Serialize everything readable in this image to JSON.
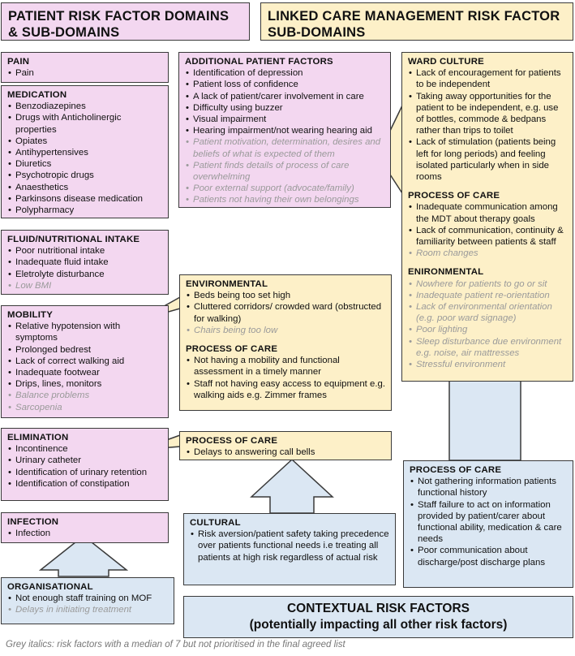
{
  "headers": {
    "patient": "PATIENT RISK FACTOR DOMAINS & SUB-DOMAINS",
    "linked": "LINKED CARE MANAGEMENT RISK FACTOR SUB-DOMAINS"
  },
  "pain": {
    "title": "PAIN",
    "items": [
      {
        "text": "Pain",
        "grey": false
      }
    ]
  },
  "medication": {
    "title": "MEDICATION",
    "items": [
      {
        "text": "Benzodiazepines",
        "grey": false
      },
      {
        "text": "Drugs with Anticholinergic properties",
        "grey": false
      },
      {
        "text": "Opiates",
        "grey": false
      },
      {
        "text": "Antihypertensives",
        "grey": false
      },
      {
        "text": "Diuretics",
        "grey": false
      },
      {
        "text": "Psychotropic drugs",
        "grey": false
      },
      {
        "text": "Anaesthetics",
        "grey": false
      },
      {
        "text": "Parkinsons disease medication",
        "grey": false
      },
      {
        "text": "Polypharmacy",
        "grey": false
      }
    ]
  },
  "fluid": {
    "title": "FLUID/NUTRITIONAL INTAKE",
    "items": [
      {
        "text": "Poor nutritional intake",
        "grey": false
      },
      {
        "text": "Inadequate fluid intake",
        "grey": false
      },
      {
        "text": "Eletrolyte disturbance",
        "grey": false
      },
      {
        "text": "Low BMI",
        "grey": true
      }
    ]
  },
  "mobility": {
    "title": "MOBILITY",
    "items": [
      {
        "text": "Relative hypotension with symptoms",
        "grey": false
      },
      {
        "text": "Prolonged bedrest",
        "grey": false
      },
      {
        "text": "Lack of correct walking aid",
        "grey": false
      },
      {
        "text": "Inadequate footwear",
        "grey": false
      },
      {
        "text": "Drips, lines, monitors",
        "grey": false
      },
      {
        "text": "Balance problems",
        "grey": true
      },
      {
        "text": "Sarcopenia",
        "grey": true
      }
    ]
  },
  "elimination": {
    "title": "ELIMINATION",
    "items": [
      {
        "text": "Incontinence",
        "grey": false
      },
      {
        "text": "Urinary catheter",
        "grey": false
      },
      {
        "text": "Identification of urinary retention",
        "grey": false
      },
      {
        "text": "Identification of constipation",
        "grey": false
      }
    ]
  },
  "infection": {
    "title": "INFECTION",
    "items": [
      {
        "text": "Infection",
        "grey": false
      }
    ]
  },
  "organisational": {
    "title": "ORGANISATIONAL",
    "items": [
      {
        "text": "Not enough staff training on MOF",
        "grey": false
      },
      {
        "text": "Delays in initiating treatment",
        "grey": true
      }
    ]
  },
  "additional": {
    "title": "ADDITIONAL PATIENT FACTORS",
    "items": [
      {
        "text": "Identification of depression",
        "grey": false
      },
      {
        "text": "Patient loss of confidence",
        "grey": false
      },
      {
        "text": "A lack of patient/carer involvement in care",
        "grey": false
      },
      {
        "text": "Difficulty using buzzer",
        "grey": false
      },
      {
        "text": "Visual impairment",
        "grey": false
      },
      {
        "text": "Hearing impairment/not wearing hearing aid",
        "grey": false
      },
      {
        "text": "Patient motivation, determination, desires and beliefs of what is expected of them",
        "grey": true
      },
      {
        "text": "Patient finds details of process of care overwhelming",
        "grey": true
      },
      {
        "text": "Poor external support (advocate/family)",
        "grey": true
      },
      {
        "text": "Patients not having their own belongings",
        "grey": true
      }
    ]
  },
  "env_mobility": {
    "env_title": "ENVIRONMENTAL",
    "env_items": [
      {
        "text": "Beds being too set high",
        "grey": false
      },
      {
        "text": "Cluttered corridors/ crowded ward (obstructed for walking)",
        "grey": false
      },
      {
        "text": "Chairs being too low",
        "grey": true
      }
    ],
    "poc_title": "PROCESS OF CARE",
    "poc_items": [
      {
        "text": "Not having a mobility and functional assessment in a timely manner",
        "grey": false
      },
      {
        "text": "Staff not having easy access to equipment e.g. walking aids e.g. Zimmer frames",
        "grey": false
      }
    ]
  },
  "poc_elimination": {
    "title": "PROCESS OF CARE",
    "items": [
      {
        "text": "Delays to answering call bells",
        "grey": false
      }
    ]
  },
  "ward": {
    "culture_title": "WARD CULTURE",
    "culture_items": [
      {
        "text": "Lack of encouragement for patients to be independent",
        "grey": false
      },
      {
        "text": "Taking away opportunities for the patient to be independent, e.g. use of bottles, commode & bedpans rather than trips to toilet",
        "grey": false
      },
      {
        "text": "Lack of stimulation (patients being left for long periods) and feeling isolated particularly when in side rooms",
        "grey": false
      }
    ],
    "poc_title": "PROCESS OF CARE",
    "poc_items": [
      {
        "text": "Inadequate communication among the MDT about therapy goals",
        "grey": false
      },
      {
        "text": "Lack of communication, continuity & familiarity between patients & staff",
        "grey": false
      },
      {
        "text": "Room changes",
        "grey": true
      }
    ],
    "env_title": "ENIRONMENTAL",
    "env_items": [
      {
        "text": "Nowhere for patients to go or sit",
        "grey": true
      },
      {
        "text": "Inadequate patient re-orientation",
        "grey": true
      },
      {
        "text": "Lack of environmental orientation (e.g. poor ward signage)",
        "grey": true
      },
      {
        "text": "Poor lighting",
        "grey": true
      },
      {
        "text": "Sleep disturbance due environment e.g. noise, air mattresses",
        "grey": true
      },
      {
        "text": "Stressful environment",
        "grey": true
      }
    ]
  },
  "cultural": {
    "title": "CULTURAL",
    "items": [
      {
        "text": "Risk aversion/patient safety taking precedence over patients functional needs i.e treating all patients at high risk regardless of actual risk",
        "grey": false
      }
    ]
  },
  "poc_bottom": {
    "title": "PROCESS OF CARE",
    "items": [
      {
        "text": "Not gathering information patients functional history",
        "grey": false
      },
      {
        "text": "Staff failure to act on information provided by patient/carer about functional ability, medication & care needs",
        "grey": false
      },
      {
        "text": "Poor communication about discharge/post discharge plans",
        "grey": false
      }
    ]
  },
  "contextual": {
    "line1": "CONTEXTUAL RISK FACTORS",
    "line2": "(potentially impacting all other risk factors)"
  },
  "footnote": "Grey italics: risk factors with a median of 7 but not prioritised in the final agreed list",
  "colors": {
    "pink": "#f3d7f0",
    "yellow": "#fdf0c8",
    "blue": "#dbe7f3",
    "grey_text": "#9a9a9a"
  }
}
